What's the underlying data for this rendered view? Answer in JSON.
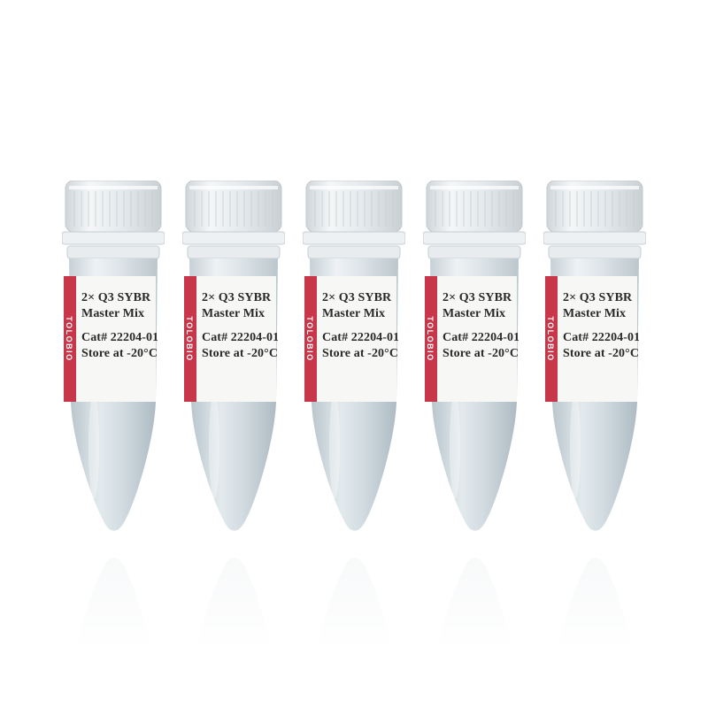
{
  "scene": {
    "background": "#ffffff",
    "tube_count": 5
  },
  "tubes": [
    {
      "brand": "TOLOBIO",
      "product_line1": "2× Q3 SYBR",
      "product_line2": "Master Mix",
      "cat": "Cat# 22204-01",
      "storage": "Store at -20°C"
    },
    {
      "brand": "TOLOBIO",
      "product_line1": "2× Q3 SYBR",
      "product_line2": "Master Mix",
      "cat": "Cat# 22204-01",
      "storage": "Store at -20°C"
    },
    {
      "brand": "TOLOBIO",
      "product_line1": "2× Q3 SYBR",
      "product_line2": "Master Mix",
      "cat": "Cat# 22204-01",
      "storage": "Store at -20°C"
    },
    {
      "brand": "TOLOBIO",
      "product_line1": "2× Q3 SYBR",
      "product_line2": "Master Mix",
      "cat": "Cat# 22204-01",
      "storage": "Store at -20°C"
    },
    {
      "brand": "TOLOBIO",
      "product_line1": "2× Q3 SYBR",
      "product_line2": "Master Mix",
      "cat": "Cat# 22204-01",
      "storage": "Store at -20°C"
    }
  ],
  "colors": {
    "brand_stripe": "#c8364a",
    "label": "#f7f7f6",
    "cap": "#e6ebee",
    "tube_body": "#dfe6ea",
    "liquid": "#cdd8de"
  }
}
